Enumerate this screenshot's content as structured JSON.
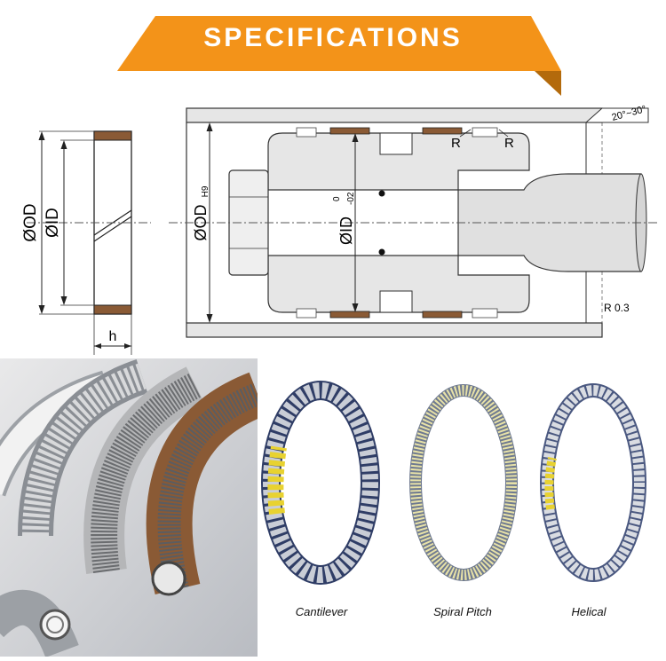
{
  "header": {
    "title": "SPECIFICATIONS"
  },
  "drawing": {
    "dim_od": "ØOD",
    "dim_id": "ØID",
    "dim_h": "h",
    "bore_od": "ØOD",
    "bore_od_sub": "H9",
    "rod_id": "ØID",
    "rod_id_sup": "0",
    "rod_id_sub": "-02",
    "radius_left": "R",
    "radius_right": "R",
    "angle": "20°~30°",
    "corner_radius": "R 0.3"
  },
  "springs": [
    {
      "caption": "Cantilever"
    },
    {
      "caption": "Spiral Pitch"
    },
    {
      "caption": "Helical"
    }
  ],
  "colors": {
    "banner_orange": "#f39319",
    "banner_shadow": "#b36a0c",
    "seal_brown": "#8a5a35",
    "part_gray": "#e3e3e3",
    "spring_yellow": "#e8d230",
    "spring_blue": "#3a4e8a"
  }
}
